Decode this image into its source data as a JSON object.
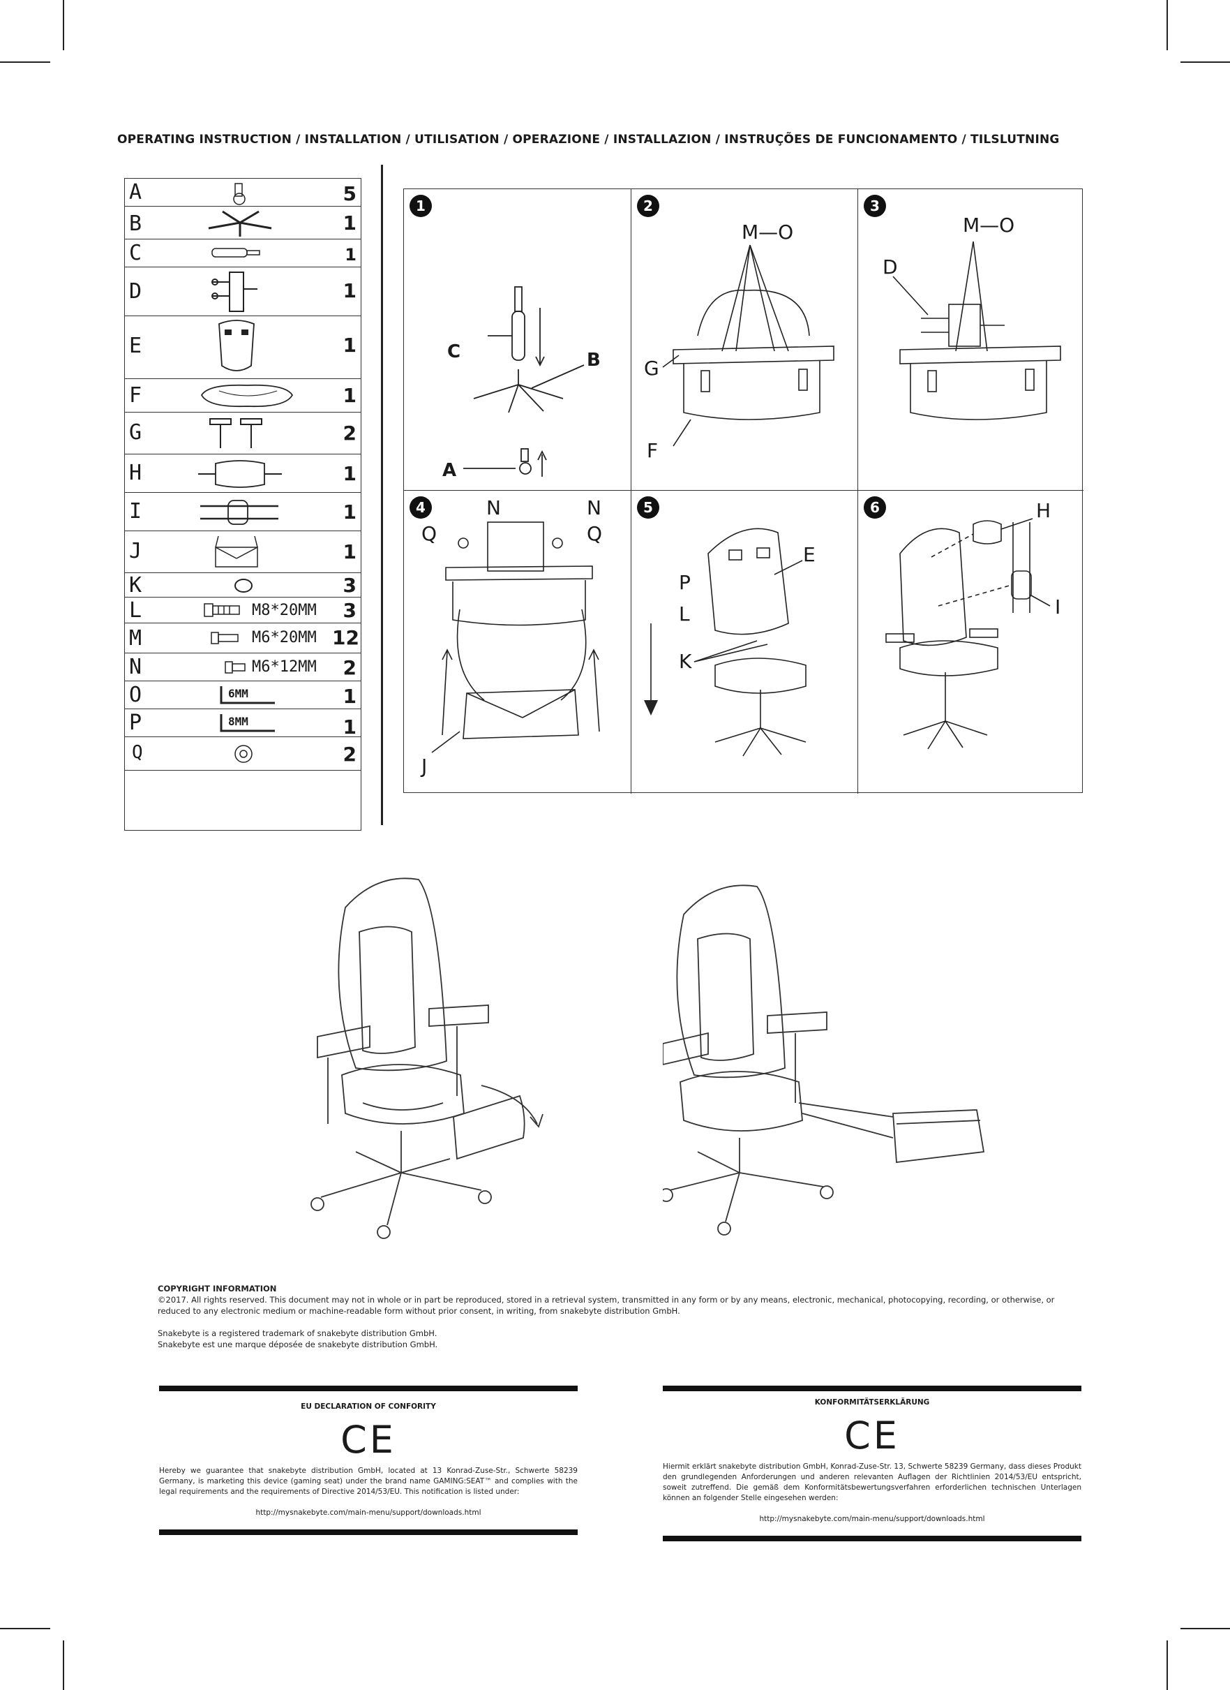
{
  "header": {
    "title": "OPERATING INSTRUCTION / INSTALLATION / UTILISATION / OPERAZIONE / INSTALLAZION / INSTRUÇÕES DE FUNCIONAMENTO / TILSLUTNING"
  },
  "parts": [
    {
      "letter": "A",
      "qty": "5",
      "size": ""
    },
    {
      "letter": "B",
      "qty": "1",
      "size": ""
    },
    {
      "letter": "C",
      "qty": "1",
      "size": ""
    },
    {
      "letter": "D",
      "qty": "1",
      "size": ""
    },
    {
      "letter": "E",
      "qty": "1",
      "size": ""
    },
    {
      "letter": "F",
      "qty": "1",
      "size": ""
    },
    {
      "letter": "G",
      "qty": "2",
      "size": ""
    },
    {
      "letter": "H",
      "qty": "1",
      "size": ""
    },
    {
      "letter": "I",
      "qty": "1",
      "size": ""
    },
    {
      "letter": "J",
      "qty": "1",
      "size": ""
    },
    {
      "letter": "K",
      "qty": "3",
      "size": ""
    },
    {
      "letter": "L",
      "qty": "3",
      "size": "M8*20MM"
    },
    {
      "letter": "M",
      "qty": "12",
      "size": "M6*20MM"
    },
    {
      "letter": "N",
      "qty": "2",
      "size": "M6*12MM"
    },
    {
      "letter": "O",
      "qty": "1",
      "size": "6MM"
    },
    {
      "letter": "P",
      "qty": "1",
      "size": "8MM"
    },
    {
      "letter": "Q",
      "qty": "2",
      "size": ""
    }
  ],
  "steps": [
    {
      "num": "1",
      "labels": [
        "C",
        "B",
        "A"
      ]
    },
    {
      "num": "2",
      "labels": [
        "M—O",
        "G",
        "F"
      ]
    },
    {
      "num": "3",
      "labels": [
        "M—O",
        "D"
      ]
    },
    {
      "num": "4",
      "labels": [
        "N",
        "N",
        "Q",
        "Q",
        "J"
      ]
    },
    {
      "num": "5",
      "labels": [
        "E",
        "P",
        "L",
        "K"
      ]
    },
    {
      "num": "6",
      "labels": [
        "H",
        "I"
      ]
    }
  ],
  "copyright": {
    "title": "COPYRIGHT INFORMATION",
    "text": "©2017. All rights reserved. This document may not in whole or in part be reproduced, stored in a retrieval system, transmitted in any form or by any means, electronic, mechanical, photocopying, recording, or otherwise, or reduced to any electronic medium or machine-readable form without prior consent, in writing, from snakebyte distribution GmbH.",
    "trademark_en": "Snakebyte is a registered trademark of snakebyte distribution GmbH.",
    "trademark_fr": "Snakebyte est une marque déposée de snakebyte distribution GmbH."
  },
  "declarations": [
    {
      "title": "EU DECLARATION OF CONFORITY",
      "mark": "CE",
      "text": "Hereby we guarantee that snakebyte distribution GmbH, located at 13 Konrad-Zuse-Str., Schwerte 58239 Germany, is marketing this device (gaming seat) under the brand name GAMING:SEAT™ and complies with the legal requirements and the requirements of Directive 2014/53/EU. This notification is listed under:",
      "url": "http://mysnakebyte.com/main-menu/support/downloads.html"
    },
    {
      "title": "KONFORMITÄTSERKLÄRUNG",
      "mark": "CE",
      "text": "Hiermit erklärt snakebyte distribution GmbH, Konrad-Zuse-Str. 13, Schwerte 58239 Germany, dass dieses Produkt den grundlegenden Anforderungen und anderen relevanten Auflagen der Richtlinien 2014/53/EU entspricht, soweit zutreffend. Die gemäß dem Konformitätsbewertungsverfahren erforderlichen technischen Unterlagen können an folgender Stelle eingesehen werden:",
      "url": "http://mysnakebyte.com/main-menu/support/downloads.html"
    }
  ]
}
